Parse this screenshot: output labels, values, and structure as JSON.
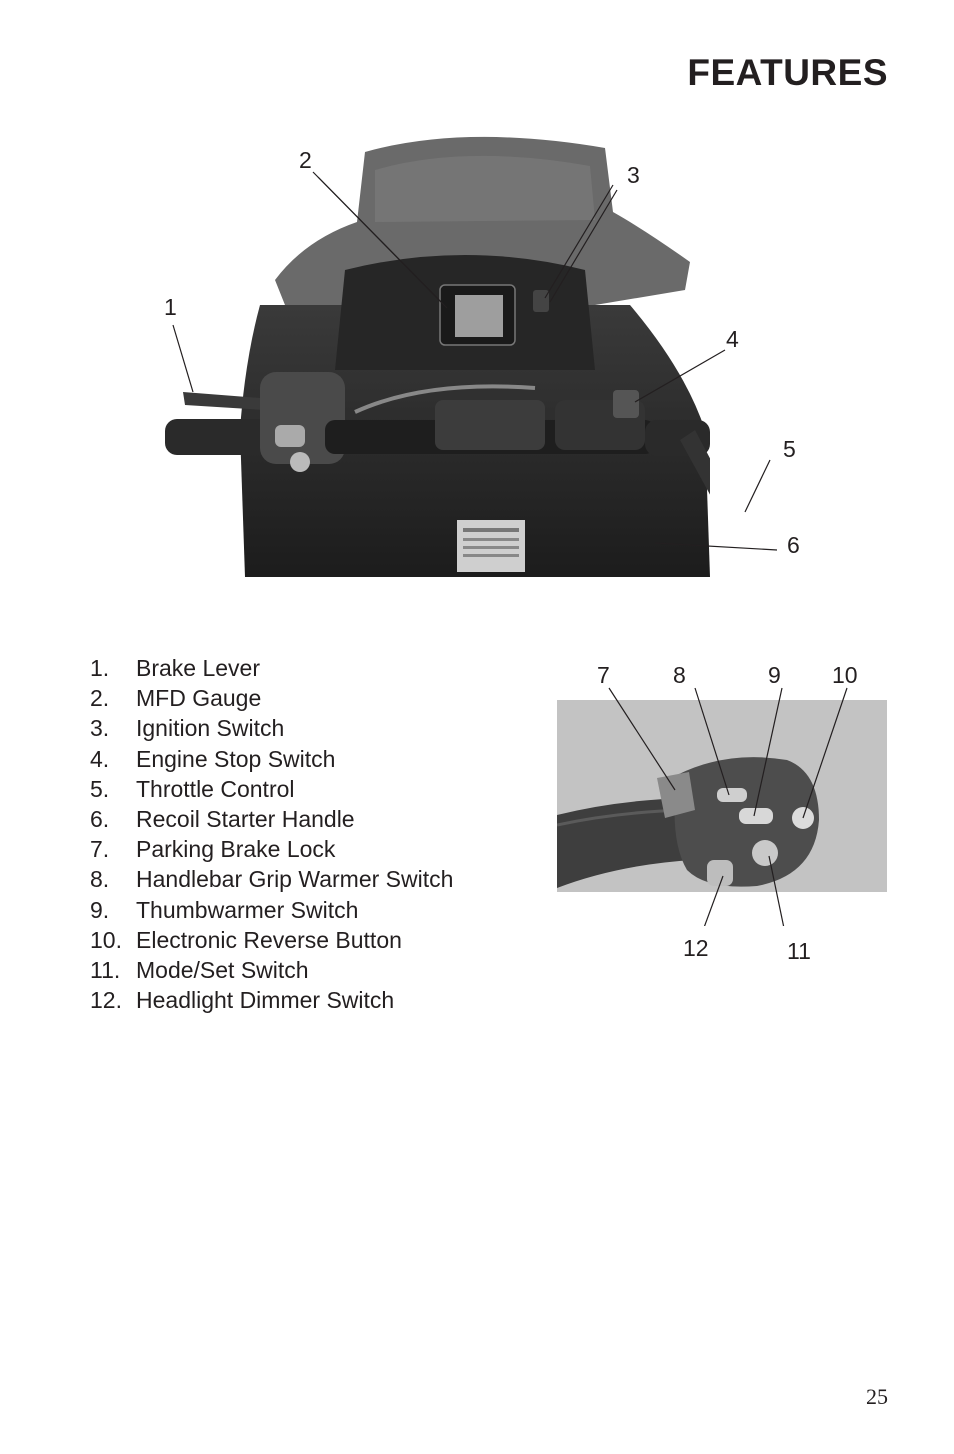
{
  "page": {
    "title": "FEATURES",
    "page_number": "25"
  },
  "figure_top": {
    "callouts": [
      "1",
      "2",
      "3",
      "4",
      "5",
      "6"
    ]
  },
  "figure_bottom": {
    "callouts": [
      "7",
      "8",
      "9",
      "10",
      "11",
      "12"
    ]
  },
  "legend": {
    "items": [
      {
        "num": "1.",
        "label": "Brake Lever"
      },
      {
        "num": "2.",
        "label": "MFD Gauge"
      },
      {
        "num": "3.",
        "label": "Ignition Switch"
      },
      {
        "num": "4.",
        "label": "Engine Stop Switch"
      },
      {
        "num": "5.",
        "label": "Throttle Control"
      },
      {
        "num": "6.",
        "label": "Recoil Starter Handle"
      },
      {
        "num": "7.",
        "label": "Parking Brake Lock"
      },
      {
        "num": "8.",
        "label": "Handlebar Grip Warmer Switch"
      },
      {
        "num": "9.",
        "label": "Thumbwarmer Switch"
      },
      {
        "num": "10.",
        "label": "Electronic Reverse Button"
      },
      {
        "num": "11.",
        "label": "Mode/Set Switch"
      },
      {
        "num": "12.",
        "label": "Headlight Dimmer Switch"
      }
    ]
  }
}
